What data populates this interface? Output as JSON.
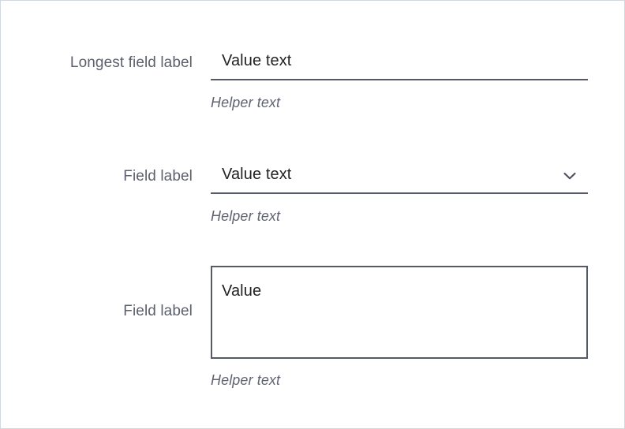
{
  "page": {
    "background_color": "#ffffff",
    "border_color": "#d3d7de"
  },
  "colors": {
    "label_text": "#5b606c",
    "value_text": "#232326",
    "helper_text": "#5f6470",
    "field_line": "#555a65",
    "field_border": "#555a65"
  },
  "fields": [
    {
      "id": "field-1",
      "type": "text-input",
      "label": "Longest field label",
      "value": "Value text",
      "helper": "Helper text"
    },
    {
      "id": "field-2",
      "type": "select",
      "label": "Field label",
      "value": "Value text",
      "helper": "Helper text",
      "icon": "chevron-down-icon"
    },
    {
      "id": "field-3",
      "type": "textarea",
      "label": "Field label",
      "value": "Value",
      "helper": "Helper text"
    }
  ]
}
